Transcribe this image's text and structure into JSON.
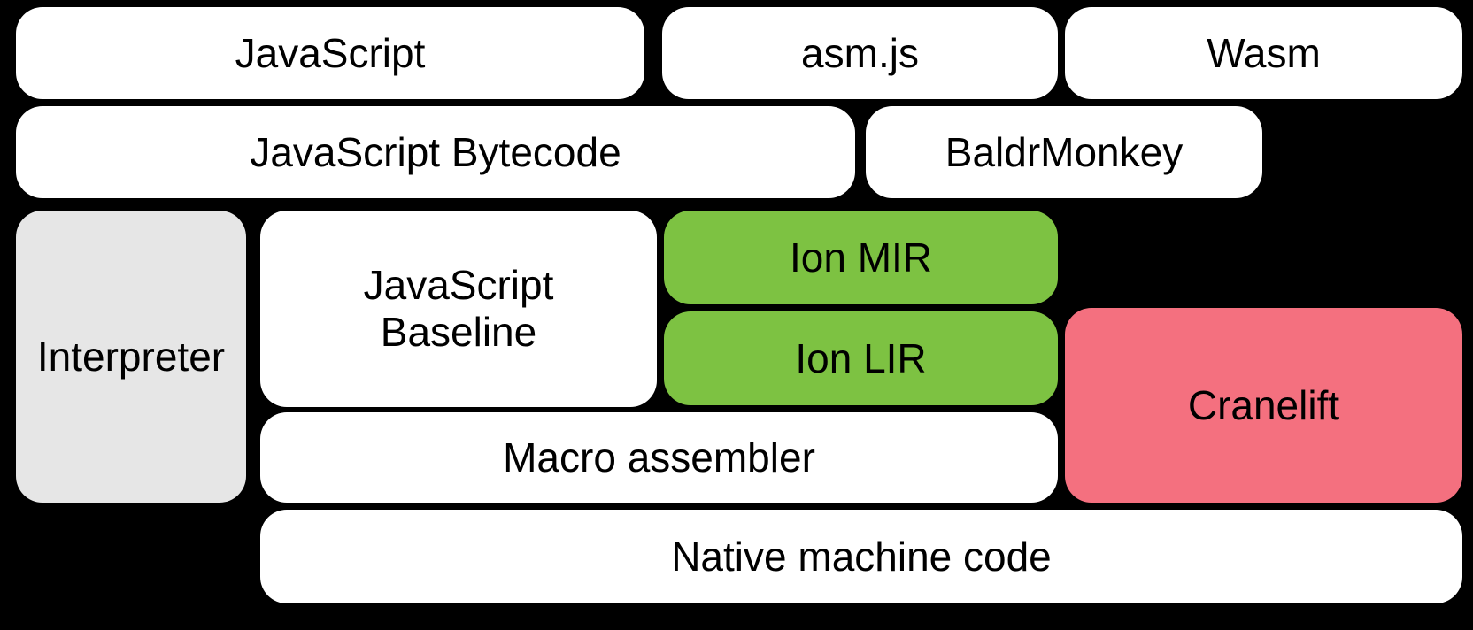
{
  "diagram": {
    "background": "#000000",
    "text_color": "#000000"
  },
  "colors": {
    "white": "#ffffff",
    "gray": "#e6e6e6",
    "green": "#7dc242",
    "pink": "#f4707f"
  },
  "boxes": [
    {
      "id": "javascript",
      "label": "JavaScript",
      "fill": "#ffffff"
    },
    {
      "id": "asmjs",
      "label": "asm.js",
      "fill": "#ffffff"
    },
    {
      "id": "wasm",
      "label": "Wasm",
      "fill": "#ffffff"
    },
    {
      "id": "javascript-bytecode",
      "label": "JavaScript Bytecode",
      "fill": "#ffffff"
    },
    {
      "id": "baldrmonkey",
      "label": "BaldrMonkey",
      "fill": "#ffffff"
    },
    {
      "id": "interpreter",
      "label": "Interpreter",
      "fill": "#e6e6e6"
    },
    {
      "id": "javascript-baseline",
      "label": "JavaScript Baseline",
      "fill": "#ffffff"
    },
    {
      "id": "ion-mir",
      "label": "Ion MIR",
      "fill": "#7dc242"
    },
    {
      "id": "ion-lir",
      "label": "Ion LIR",
      "fill": "#7dc242"
    },
    {
      "id": "cranelift",
      "label": "Cranelift",
      "fill": "#f4707f"
    },
    {
      "id": "macro-assembler",
      "label": "Macro assembler",
      "fill": "#ffffff"
    },
    {
      "id": "native-machine-code",
      "label": "Native machine code",
      "fill": "#ffffff"
    }
  ]
}
